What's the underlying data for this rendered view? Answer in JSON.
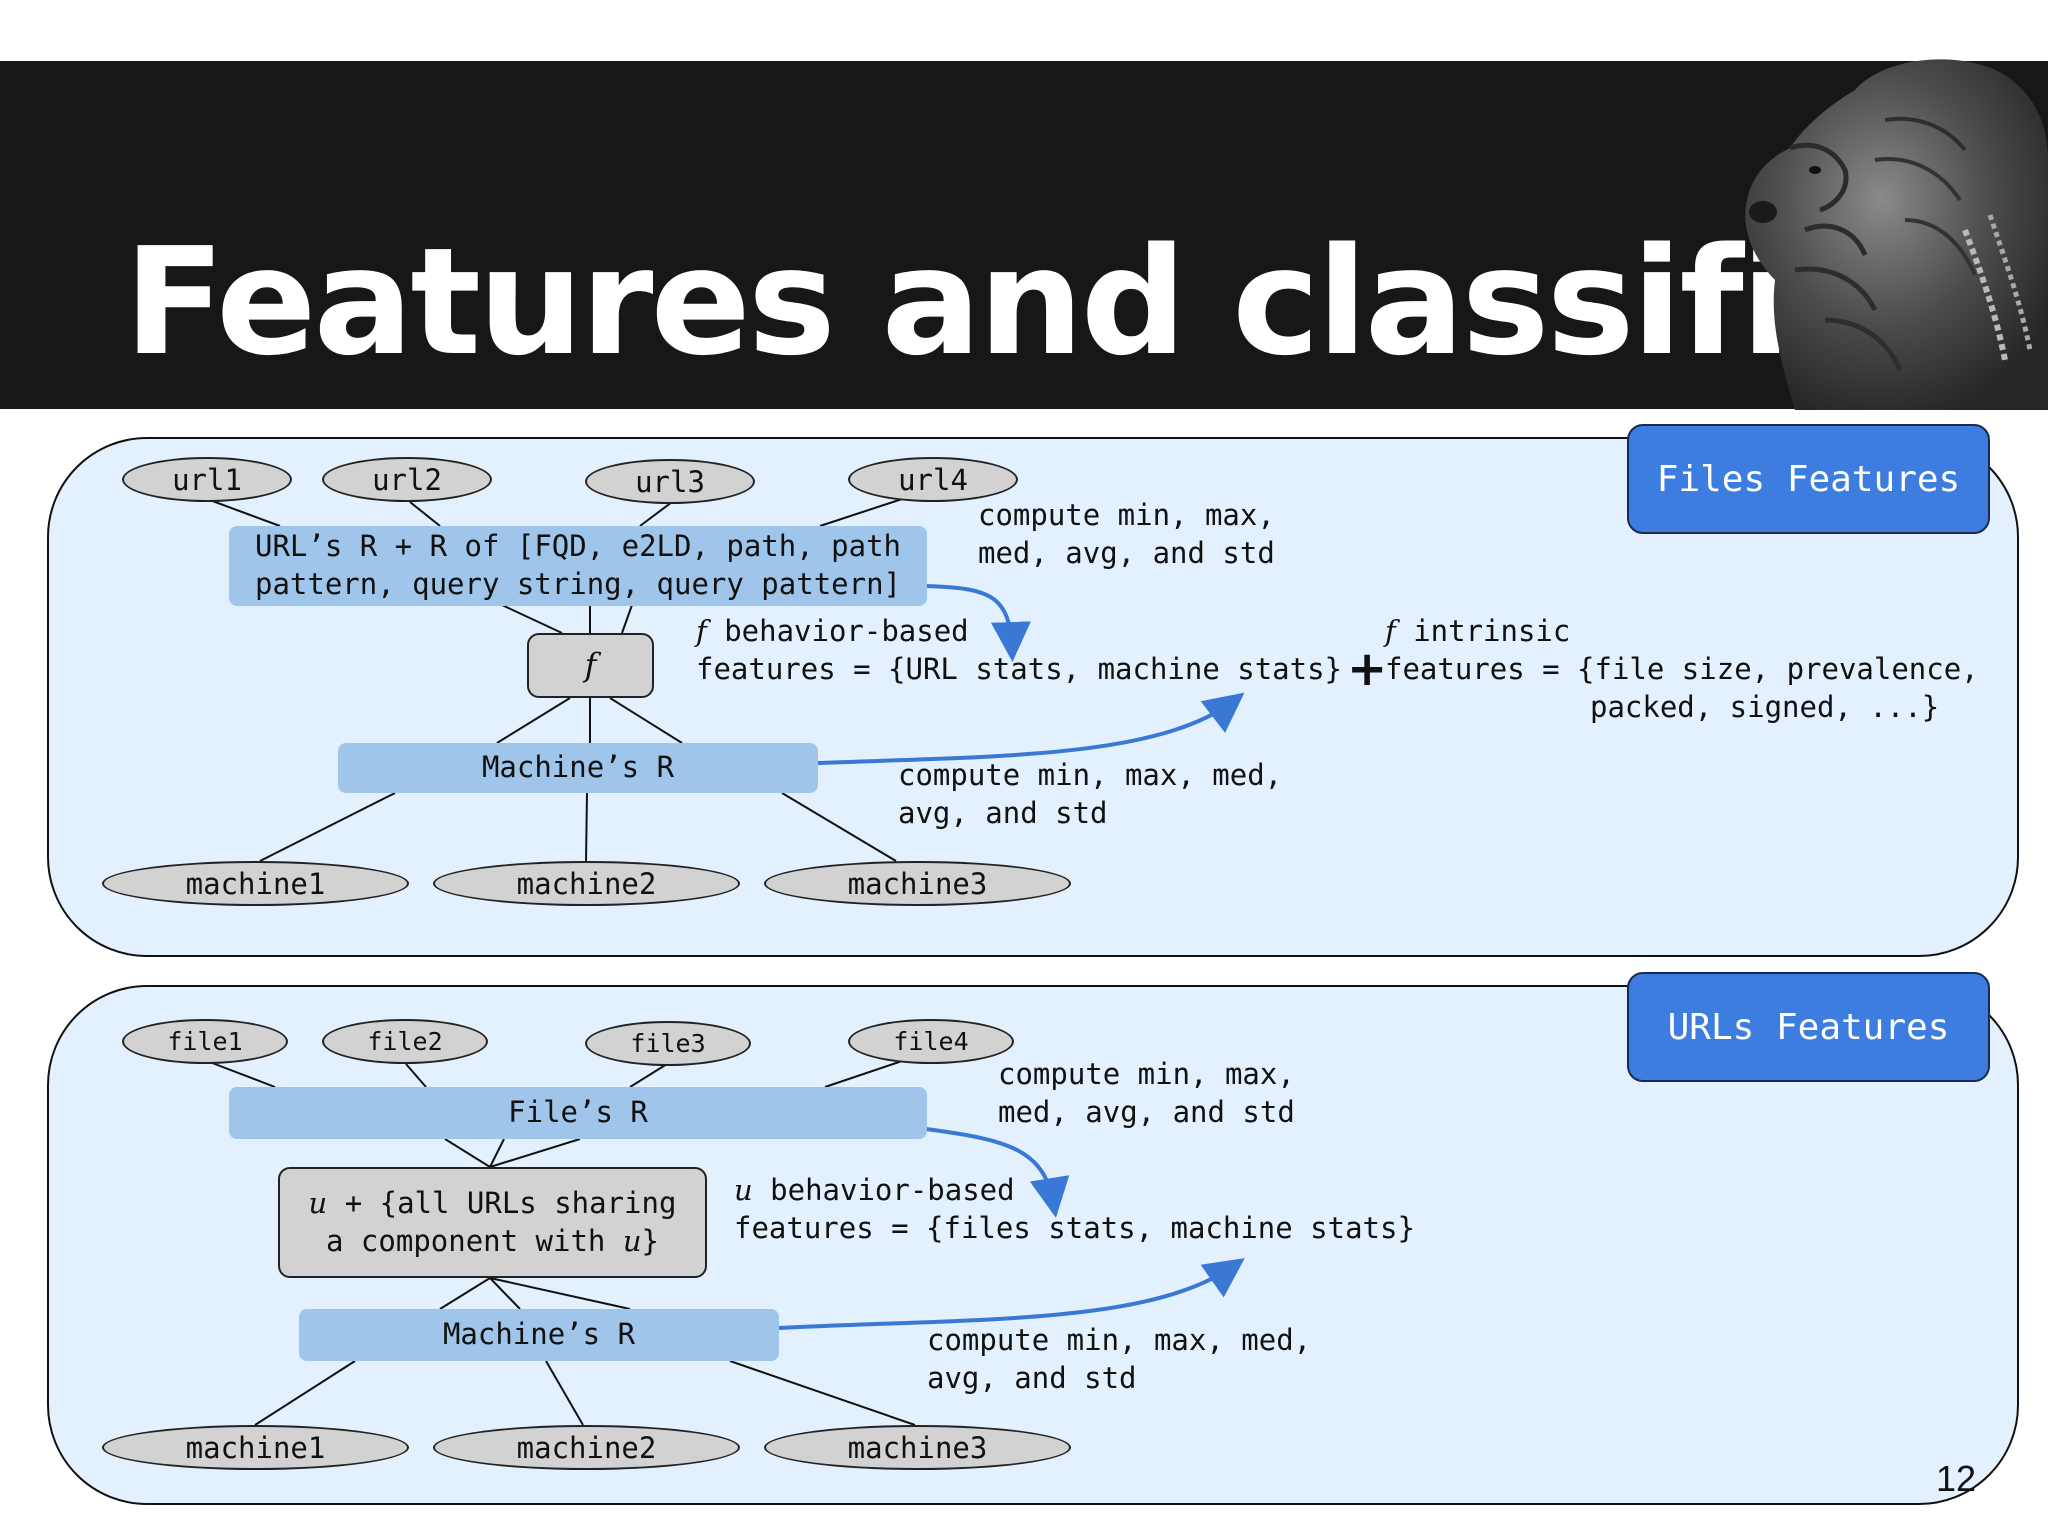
{
  "slide": {
    "title": "Features and classifier",
    "page_number": "12"
  },
  "top_panel": {
    "tag": "Files Features",
    "urls": [
      "url1",
      "url2",
      "url3",
      "url4"
    ],
    "urls_box": {
      "line1": "URL’s R + R of [FQD, e2LD, path, path",
      "line2": "pattern, query string, query pattern]"
    },
    "center_node": "f",
    "machine_box": "Machine’s R",
    "machines": [
      "machine1",
      "machine2",
      "machine3"
    ],
    "compute_upper": {
      "line1": "compute min, max,",
      "line2": "med, avg, and std"
    },
    "behavior": {
      "symbol": "f",
      "line1_rest": " behavior-based",
      "line2": "features = {URL stats, machine stats}"
    },
    "plus_sign": "+",
    "intrinsic": {
      "symbol": "f",
      "line1_rest": " intrinsic",
      "line2": "features = {file size, prevalence,",
      "line3": "packed, signed, ...}"
    },
    "compute_lower": {
      "line1": "compute min, max, med,",
      "line2": "avg, and std"
    }
  },
  "bottom_panel": {
    "tag": "URLs Features",
    "files": [
      "file1",
      "file2",
      "file3",
      "file4"
    ],
    "files_box": "File’s R",
    "center_node": {
      "symbol": "u",
      "line1_rest": " + {all URLs sharing",
      "line2_pre": "a component with ",
      "line2_symbol": "u",
      "line2_post": "}"
    },
    "machine_box": "Machine’s R",
    "machines": [
      "machine1",
      "machine2",
      "machine3"
    ],
    "compute_upper": {
      "line1": "compute min, max,",
      "line2": "med, avg, and std"
    },
    "behavior": {
      "symbol": "u",
      "line1_rest": " behavior-based",
      "line2": "features = {files stats, machine stats}"
    },
    "compute_lower": {
      "line1": "compute min, max, med,",
      "line2": "avg, and std"
    }
  },
  "colors": {
    "title_bar": "#171717",
    "panel_fill": "#e3f0fd",
    "tag_fill": "#3d7de0",
    "bar_fill": "#9fc5ea",
    "node_fill": "#d2d2d2",
    "arrow": "#3a78d6"
  }
}
